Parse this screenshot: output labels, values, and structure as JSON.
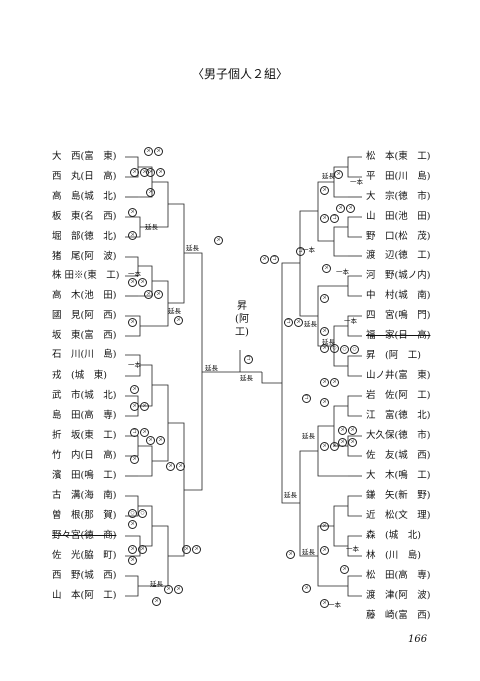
{
  "title": "〈男子個人２組〉",
  "page_number": "166",
  "champion": {
    "name": "昇",
    "school": "(阿工)"
  },
  "left_entries": [
    "大　西(富　東)",
    "西　丸(日　高)",
    "高　島(城　北)",
    "板　東(名　西)",
    "堀　部(徳　北)",
    "猪　尾(阿　波)",
    "株 田※(東　工)",
    "高　木(池　田)",
    "國　見(阿　西)",
    "坂　東(富　西)",
    "石　川(川　島)",
    "戎　(城　東)",
    "武　市(城　北)",
    "島　田(高　専)",
    "折　坂(東　工)",
    "竹　内(日　高)",
    "濱　田(鳴　工)",
    "古　溝(海　南)",
    "曽　根(那　賀)",
    "野々宮(徳　商)",
    "佐　光(脇　町)",
    "西　野(城　西)",
    "山　本(阿　工)"
  ],
  "right_entries": [
    "松　本(東　工)",
    "平　田(川　島)",
    "大　宗(徳　市)",
    "山　田(池　田)",
    "野　口(松　茂)",
    "渡　辺(徳　工)",
    "河　野(城ノ内)",
    "中　村(城　南)",
    "四　宮(鳴　門)",
    "福　家(日　高)",
    "昇　(阿　工)",
    "山ノ井(富　東)",
    "岩　佐(阿　工)",
    "江　富(徳　北)",
    "大久保(徳　市)",
    "佐　友(城　西)",
    "大　木(鳴　工)",
    "鎌　矢(新　野)",
    "近　松(文　理)",
    "森　(城　北)",
    "林　(川　島)",
    "松　田(高　専)",
    "渡　津(阿　波)",
    "藤　崎(富　西)"
  ],
  "notes": {
    "encho": "延長",
    "ippon": "一本"
  }
}
